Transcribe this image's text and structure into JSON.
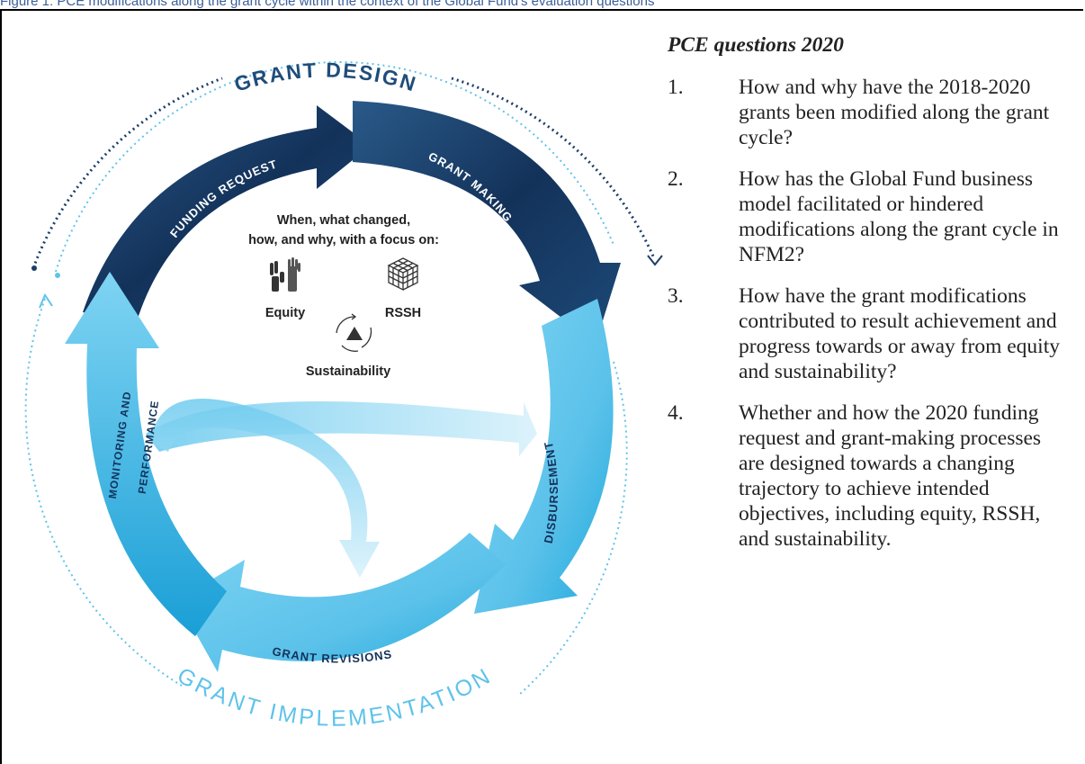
{
  "caption": "Figure 1: PCE modifications along the grant cycle within the context of the Global Fund's evaluation questions",
  "diagram": {
    "top_arc_label": "GRANT DESIGN",
    "bottom_arc_label": "GRANT IMPLEMENTATION",
    "stage_funding_request": "FUNDING REQUEST",
    "stage_grant_making": "GRANT MAKING",
    "stage_disbursement": "DISBURSEMENT",
    "stage_grant_revisions": "GRANT REVISIONS",
    "stage_monitoring_line1": "MONITORING AND",
    "stage_monitoring_line2": "PERFORMANCE",
    "center_line1": "When, what changed,",
    "center_line2": "how, and why, with a focus on:",
    "focus_equity": "Equity",
    "focus_rssh": "RSSH",
    "focus_sustainability": "Sustainability",
    "icons": [
      "hands-icon",
      "cube-grid-icon",
      "recycle-triangle-icon"
    ],
    "colors": {
      "dark_navy": "#1b3e68",
      "mid_navy": "#22527f",
      "light_blue": "#5fc3ea",
      "bright_blue": "#1ea8dc",
      "pale_blue": "#b9e4f5",
      "label_blue": "#1f4d7a"
    }
  },
  "questions": {
    "title": "PCE questions 2020",
    "items": [
      {
        "num": "1.",
        "text": "How and why have the 2018-2020 grants been modified along the grant cycle?"
      },
      {
        "num": "2.",
        "text": "How has the Global Fund business model facilitated or hindered modifications along the grant cycle in NFM2?"
      },
      {
        "num": "3.",
        "text": "How have the grant modifications contributed to result achievement and progress towards or away from equity and sustainability?"
      },
      {
        "num": "4.",
        "text": "Whether and how the 2020 funding request and grant-making processes are designed towards a changing trajectory to achieve intended objectives, including equity, RSSH, and sustainability."
      }
    ]
  }
}
